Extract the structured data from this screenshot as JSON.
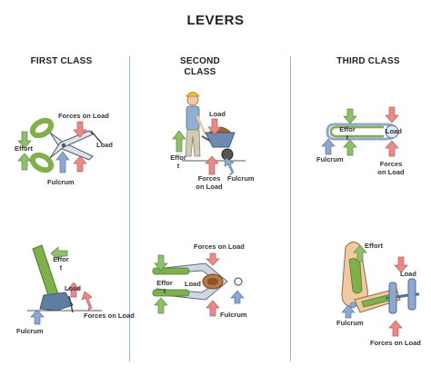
{
  "title": "LEVERS",
  "columns": {
    "first": "FIRST CLASS",
    "second_line1": "SECOND",
    "second_line2": "CLASS",
    "third": "THIRD CLASS"
  },
  "labels": {
    "forces_on_load": "Forces on Load",
    "load": "Load",
    "effort": "Effort",
    "effor": "Effor",
    "t": "t",
    "fulcrum": "Fulcrum",
    "forces": "Forces",
    "on_load": "on Load"
  },
  "colors": {
    "effort_arrow": "#8fbf6a",
    "load_arrow": "#e98a8a",
    "fulcrum_arrow": "#8fa6cf",
    "divider": "#9eb4d8",
    "lever_green": "#7fb04c"
  }
}
